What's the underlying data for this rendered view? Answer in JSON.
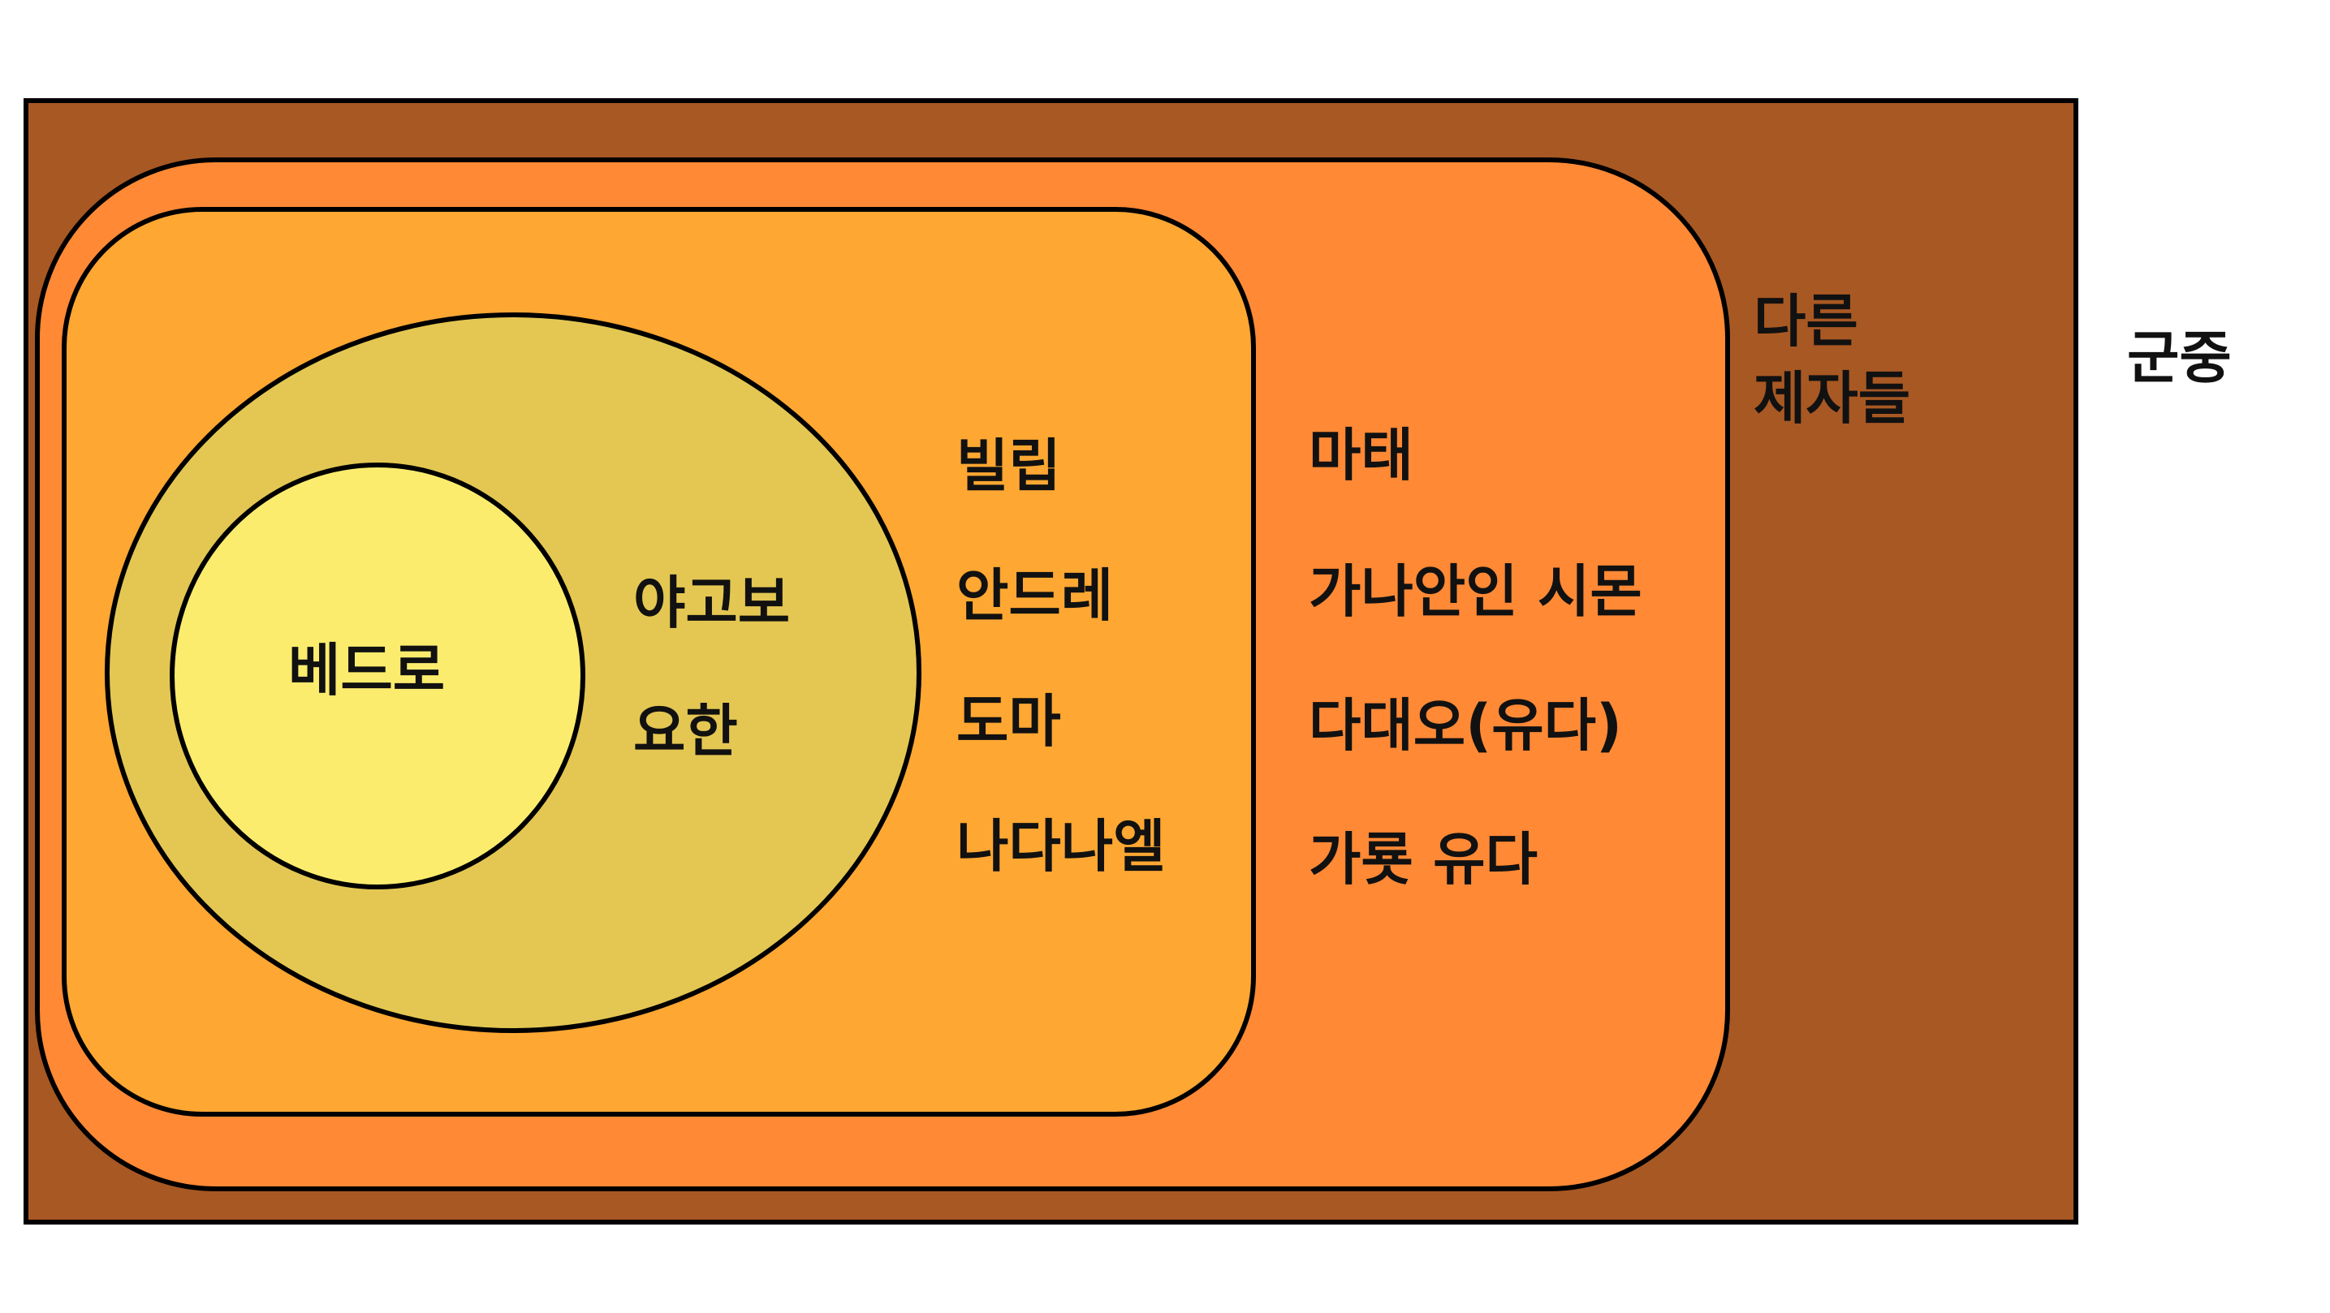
{
  "colors": {
    "crowd": "#a85823",
    "other_disciples": "#ff8935",
    "twelve": "#fea732",
    "three": "#e4c752",
    "peter": "#fcec6e",
    "stroke": "#000000"
  },
  "labels": {
    "crowd": "군중",
    "other_disciples_line1": "다른",
    "other_disciples_line2": "제자들",
    "peter": "베드로",
    "three": [
      "야고보",
      "요한"
    ],
    "twelve_col1": [
      "빌립",
      "안드레",
      "도마",
      "나다나엘"
    ],
    "twelve_col2": [
      "마태",
      "가나안인 시몬",
      "다대오(유다)",
      "가룟 유다"
    ]
  }
}
